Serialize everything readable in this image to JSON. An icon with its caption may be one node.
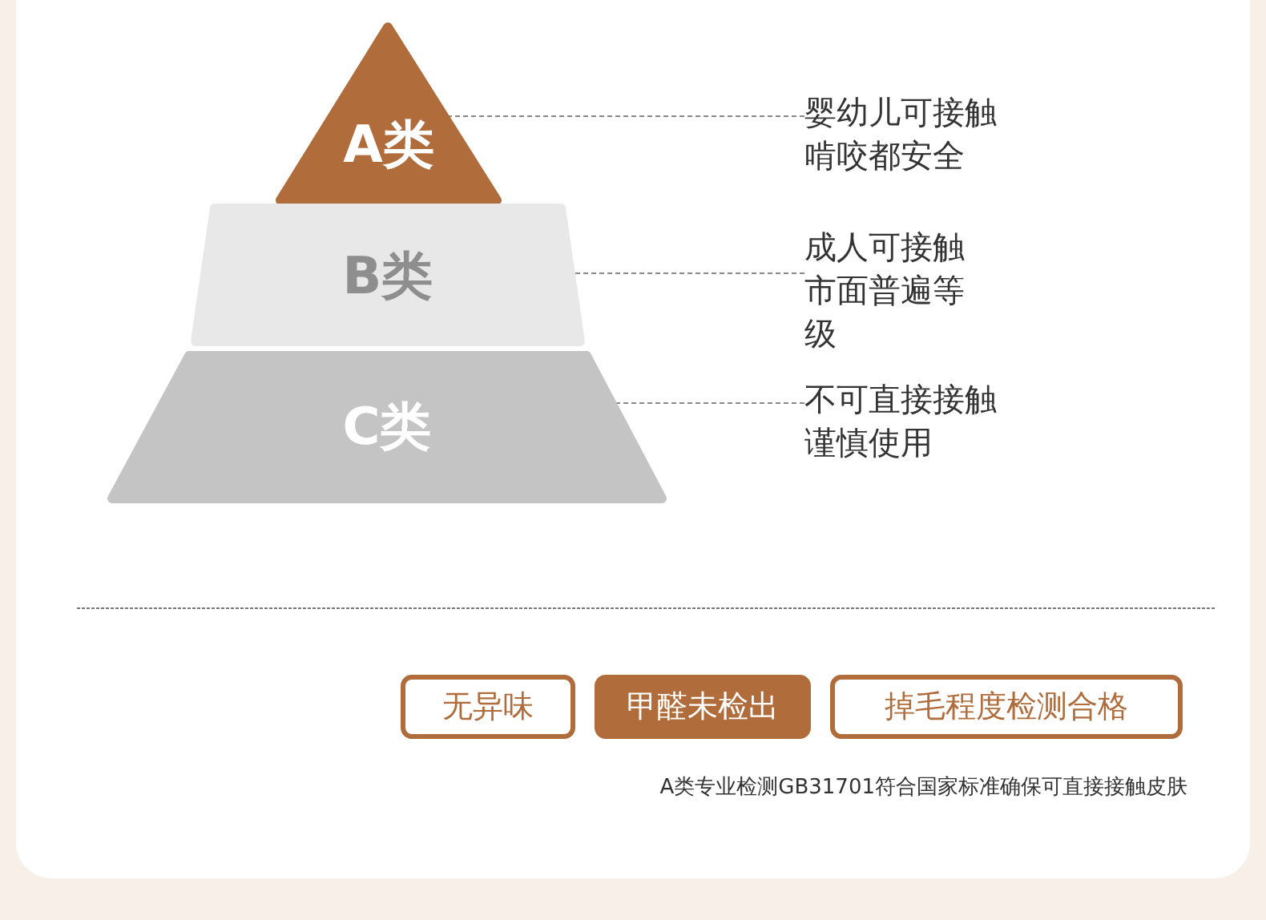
{
  "diagram": {
    "nodes": [
      {
        "text": [
          "A类"
        ]
      },
      {
        "text": [
          "B类"
        ]
      },
      {
        "text": [
          "C类"
        ]
      },
      {
        "text": [
          "婴幼儿可接触啃咬都安全"
        ]
      },
      {
        "text": [
          "成人可接触市面普遍等级"
        ]
      },
      {
        "text": [
          "不可直接接触谨慎使用"
        ]
      },
      {
        "text": [
          "无异味"
        ]
      },
      {
        "text": [
          "甲醛未检出"
        ]
      },
      {
        "text": [
          "掉毛程度检测合格"
        ]
      }
    ],
    "edges": [
      {
        "from": 3,
        "to": 0,
        "arrow": "none",
        "style": "dashed"
      },
      {
        "from": 4,
        "to": 1,
        "arrow": "none",
        "style": "dashed"
      },
      {
        "from": 5,
        "to": 2,
        "arrow": "none",
        "style": "dashed"
      }
    ],
    "labels": [
      "A类专业检测GB31701符合国家标准确保可直接接触皮肤"
    ]
  }
}
